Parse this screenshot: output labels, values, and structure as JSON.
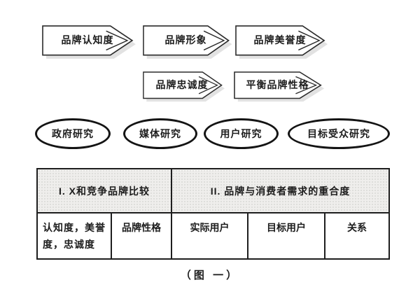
{
  "arrows": {
    "row1": [
      {
        "label": "品牌认知度"
      },
      {
        "label": "品牌形象"
      },
      {
        "label": "品牌美誉度"
      }
    ],
    "row2": [
      {
        "label": "品牌忠诚度"
      },
      {
        "label": "平衡品牌性格"
      }
    ]
  },
  "ellipses": [
    {
      "label": "政府研究"
    },
    {
      "label": "媒体研究"
    },
    {
      "label": "用户研究"
    },
    {
      "label": "目标受众研究"
    }
  ],
  "table": {
    "headers": [
      {
        "label": "I. X和竞争品牌比较"
      },
      {
        "label": "II. 品牌与消费者需求的重合度"
      }
    ],
    "cells": [
      {
        "label": "认知度，美誉度，忠诚度"
      },
      {
        "label": "品牌性格"
      },
      {
        "label": "实际用户"
      },
      {
        "label": "目标用户"
      },
      {
        "label": "关系"
      }
    ]
  },
  "caption": "（图 一）",
  "colors": {
    "stroke": "#2b2b2b",
    "shadow": "#e2e2e2",
    "header_bg": "#efeeec",
    "text": "#1c1c1c"
  }
}
